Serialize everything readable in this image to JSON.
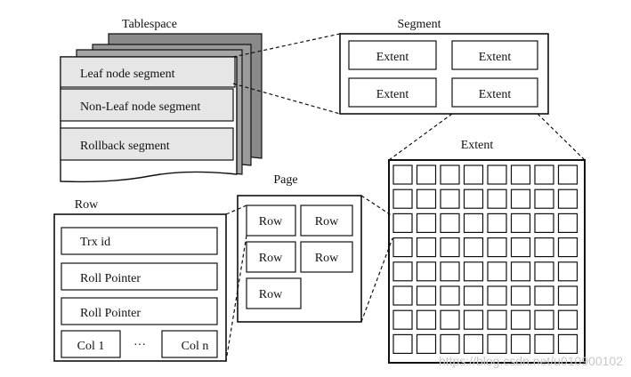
{
  "tablespace": {
    "title": "Tablespace",
    "segments": [
      "Leaf node segment",
      "Non-Leaf node segment",
      "Rollback segment"
    ]
  },
  "segment": {
    "title": "Segment",
    "extents": [
      "Extent",
      "Extent",
      "Extent",
      "Extent"
    ]
  },
  "extent": {
    "title": "Extent",
    "grid_rows": 8,
    "grid_cols": 8
  },
  "page": {
    "title": "Page",
    "rows": [
      "Row",
      "Row",
      "Row",
      "Row",
      "Row"
    ]
  },
  "row": {
    "title": "Row",
    "fields": [
      "Trx id",
      "Roll Pointer",
      "Roll Pointer"
    ],
    "col_first": "Col 1",
    "col_ellipsis": "···",
    "col_last": "Col n"
  },
  "watermark": "https://blog.csdn.net/u010900102"
}
